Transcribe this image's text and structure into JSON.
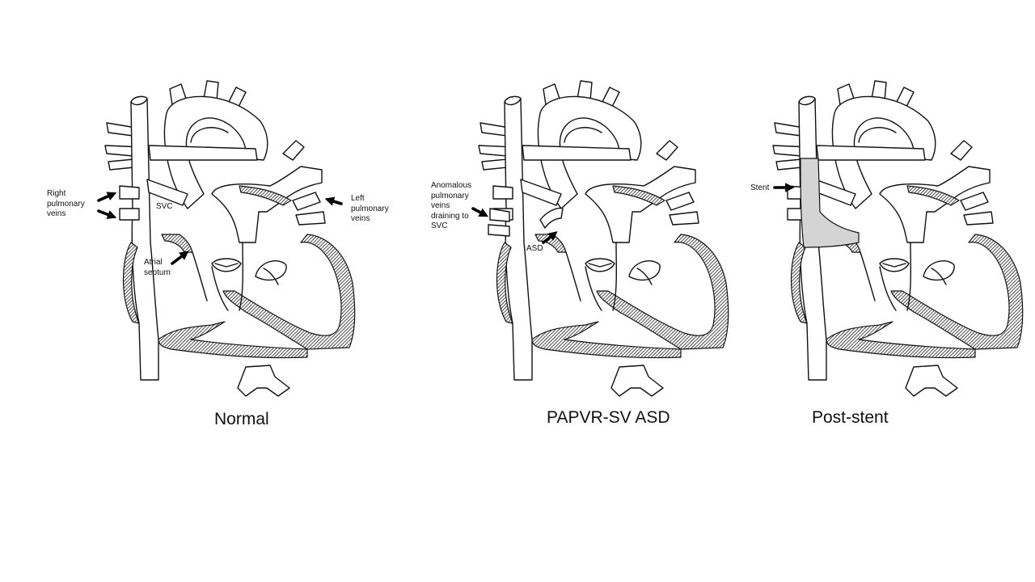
{
  "colors": {
    "background": "#ffffff",
    "ink": "#111111",
    "stent_fill": "#d4d4d4"
  },
  "panels": [
    {
      "caption": "Normal",
      "labels": [
        {
          "id": "right-pulmonary-veins",
          "text": "Right pulmonary veins"
        },
        {
          "id": "svc",
          "text": "SVC"
        },
        {
          "id": "left-pulmonary-veins",
          "text": "Left pulmonary veins"
        },
        {
          "id": "atrial-septum",
          "text": "Atrial septum"
        }
      ]
    },
    {
      "caption": "PAPVR-SV ASD",
      "labels": [
        {
          "id": "anomalous-veins",
          "text": "Anomalous pulmonary veins draining to SVC"
        },
        {
          "id": "asd",
          "text": "ASD"
        }
      ]
    },
    {
      "caption": "Post-stent",
      "labels": [
        {
          "id": "stent",
          "text": "Stent"
        }
      ]
    }
  ]
}
